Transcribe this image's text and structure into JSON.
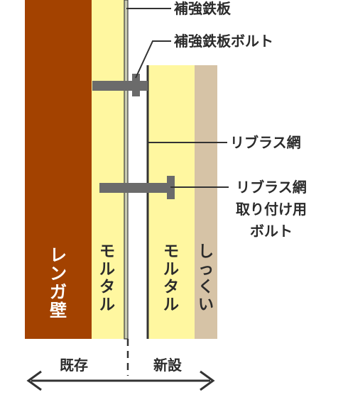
{
  "layers": {
    "brick_wall": {
      "label_chars": [
        "レ",
        "ン",
        "ガ",
        "壁"
      ],
      "color": "#a34200"
    },
    "mortar_existing": {
      "label_chars": [
        "モ",
        "ル",
        "タ",
        "ル"
      ],
      "color": "#fff7a0"
    },
    "mortar_new": {
      "label_chars": [
        "モ",
        "ル",
        "タ",
        "ル"
      ],
      "color": "#fff7a0"
    },
    "plaster": {
      "label_chars": [
        "し",
        "っ",
        "く",
        "い"
      ],
      "color": "#d6c3a6"
    }
  },
  "callouts": {
    "reinforcement_plate": "補強鉄板",
    "reinforcement_plate_bolt": "補強鉄板ボルト",
    "rib_lath": "リブラス網",
    "rib_lath_bolt_lines": [
      "リブラス網",
      "取り付け用",
      "ボルト"
    ]
  },
  "bottom": {
    "existing_label": "既存",
    "new_label": "新設"
  },
  "colors": {
    "plate_fill": "#c9cbb2",
    "plate_stroke": "#3a3a3a",
    "bolt": "#6b6b6b",
    "line": "#333333",
    "brick_text": "#ffffff",
    "mortar_text": "#2b2b2b"
  }
}
